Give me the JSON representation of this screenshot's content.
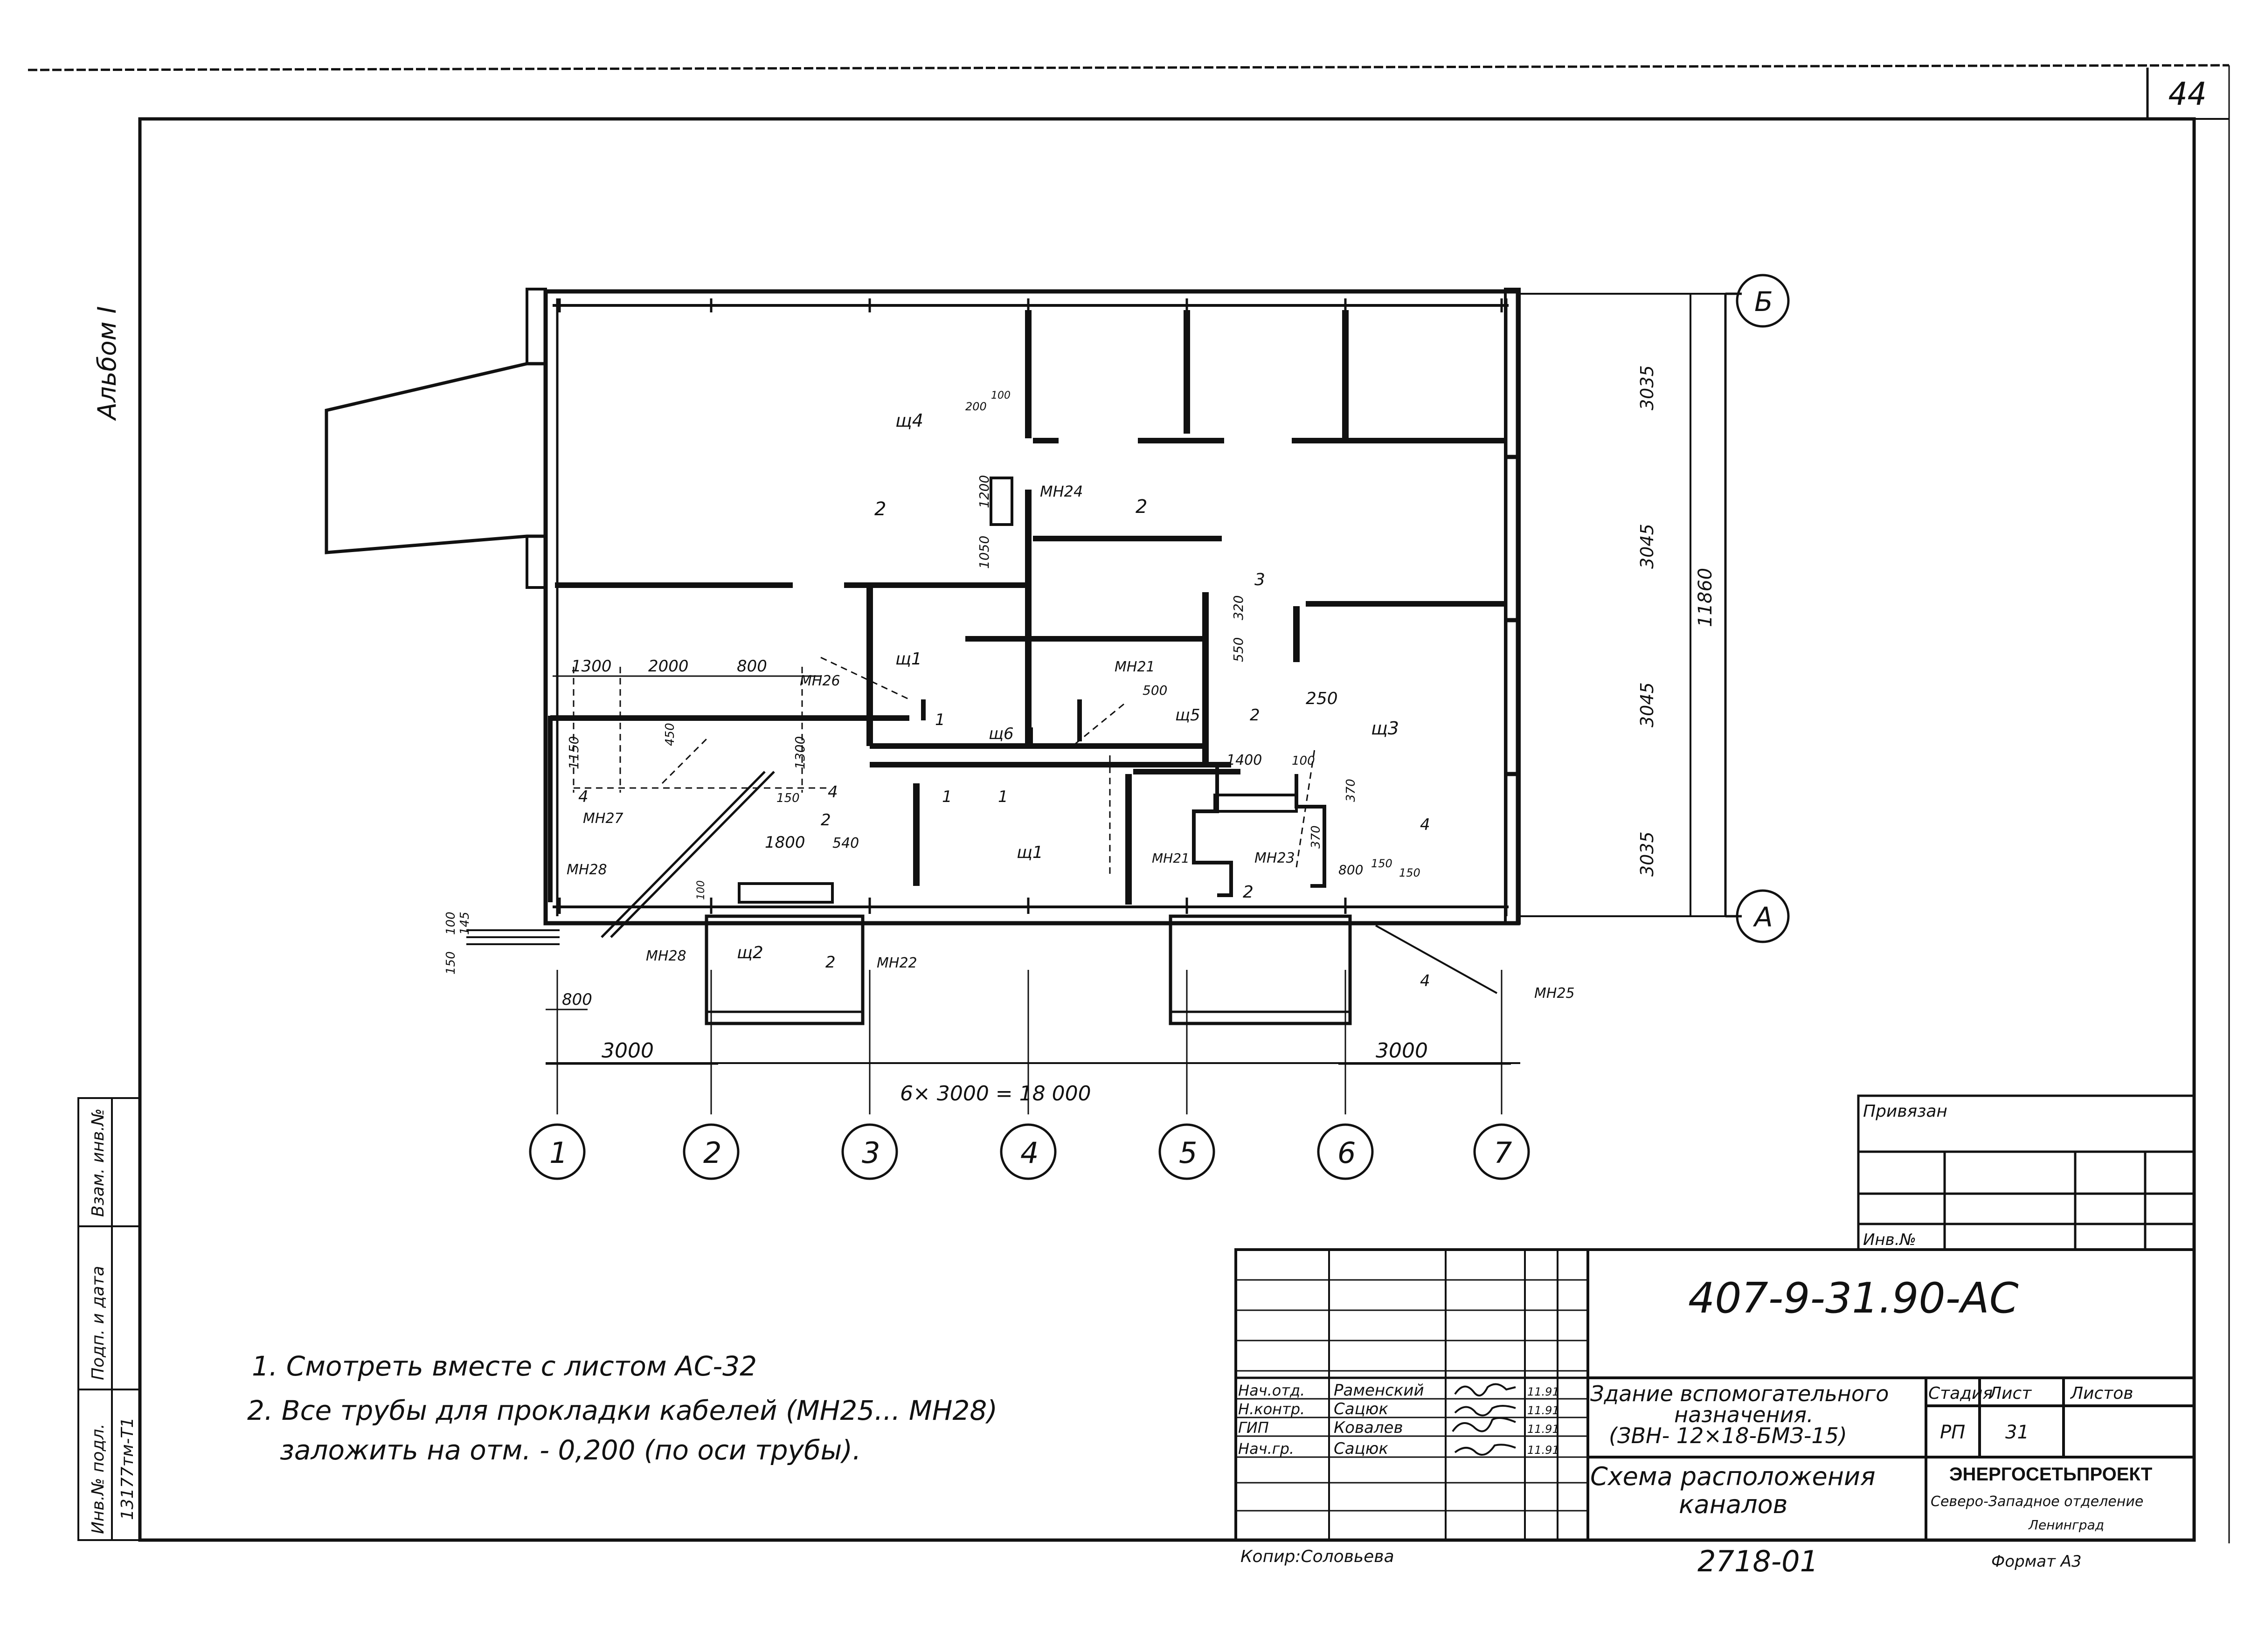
{
  "sheet_number": "44",
  "album_label": "Альбом I",
  "axes": {
    "letters": [
      "Б",
      "А"
    ],
    "numbers": [
      "1",
      "2",
      "3",
      "4",
      "5",
      "6",
      "7"
    ]
  },
  "dimensions": {
    "total": "6× 3000 = 18 000",
    "left_bay": "3000",
    "right_bay": "3000",
    "left_offset": "800",
    "right_rows": [
      "3035",
      "3045",
      "3045",
      "3035"
    ],
    "overall_depth": "11860",
    "top_row": [
      "1300",
      "2000",
      "800"
    ],
    "misc": [
      "200",
      "100",
      "1200",
      "1050",
      "500",
      "550",
      "320",
      "250",
      "1400",
      "100",
      "370",
      "370",
      "800",
      "150",
      "150",
      "1150",
      "450",
      "1300",
      "150",
      "1800",
      "540",
      "100",
      "150",
      "100",
      "145"
    ]
  },
  "labels": {
    "panels": [
      "щ4",
      "щ1",
      "щ6",
      "щ5",
      "щ3",
      "щ1",
      "щ2"
    ],
    "pipes": [
      "МН24",
      "МН21",
      "МН26",
      "МН27",
      "МН28",
      "МН28",
      "МН22",
      "МН21",
      "МН23",
      "МН25"
    ],
    "sections": [
      "2",
      "2",
      "3",
      "1",
      "4",
      "4",
      "2",
      "1",
      "1",
      "2",
      "4",
      "2",
      "2",
      "4"
    ]
  },
  "notes": [
    "1. Смотреть вместе с листом   АС-32",
    "2. Все трубы для прокладки кабелей (МН25... МН28)",
    "заложить на отм. - 0,200 (по оси трубы)."
  ],
  "left_strip": {
    "inv_podl": "Инв.№ подл.",
    "podp_data": "Подп. и дата",
    "vzam": "Взам. инв.№",
    "inv_value": "13177тм-Т1"
  },
  "privyazan": {
    "title": "Привязан",
    "inv": "Инв.№"
  },
  "title_block": {
    "code": "407-9-31.90-АС",
    "building": [
      "Здание вспомогательного",
      "назначения.",
      "(ЗВН- 12×18-БМЗ-15)"
    ],
    "sheet_title": [
      "Схема расположения",
      "каналов"
    ],
    "stage_header": "Стадия",
    "sheet_header": "Лист",
    "sheets_header": "Листов",
    "stage": "РП",
    "sheet": "31",
    "org": "ЭНЕРГОСЕТЬПРОЕКТ",
    "org_sub": [
      "Северо-Западное отделение",
      "Ленинград"
    ],
    "people": [
      {
        "role": "Нач.отд.",
        "name": "Раменский",
        "date": "11.91"
      },
      {
        "role": "Н.контр.",
        "name": "Сацюк",
        "date": "11.91"
      },
      {
        "role": "ГИП",
        "name": "Ковалев",
        "date": "11.91"
      },
      {
        "role": "Нач.гр.",
        "name": "Сацюк",
        "date": "11.91"
      }
    ]
  },
  "footer": {
    "copied": "Копир:Соловьева",
    "number": "2718-01",
    "format": "Формат А3"
  }
}
